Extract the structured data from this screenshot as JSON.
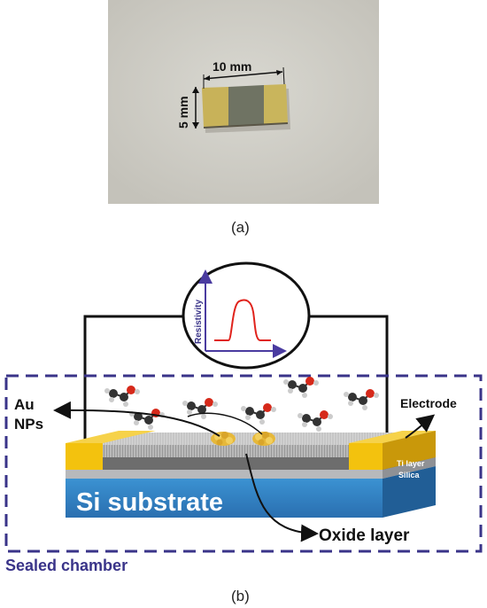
{
  "panel_a": {
    "caption": "(a)",
    "width_label": "10 mm",
    "height_label": "5 mm",
    "colors": {
      "background": "#cfcdc5",
      "electrode": "#c8b259",
      "film": "#6f7363"
    }
  },
  "panel_b": {
    "caption": "(b)",
    "plot_ylabel": "Resistivity",
    "labels": {
      "au_line1": "Au",
      "au_line2": "NPs",
      "electrode": "Electrode",
      "ti_layer": "Ti layer",
      "silica": "Silica",
      "substrate": "Si substrate",
      "oxide": "Oxide layer",
      "chamber": "Sealed chamber"
    },
    "colors": {
      "chamber": "#3a3489",
      "substrate": "#2f86c8",
      "electrode": "#f3c20e",
      "gold_np": "#e6b83a",
      "curve": "#e0231c",
      "axis": "#4a3ba0"
    }
  }
}
